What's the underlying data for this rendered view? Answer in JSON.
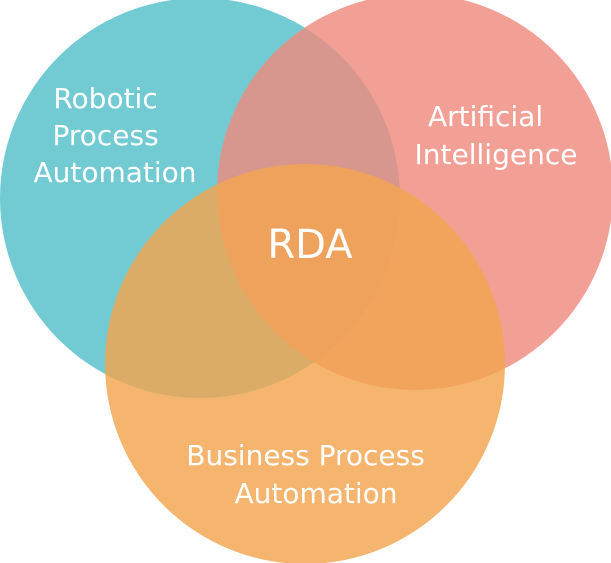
{
  "diagram": {
    "type": "venn",
    "sets": [
      {
        "id": "rpa",
        "label_lines": [
          "Robotic",
          "Process",
          "Automation"
        ],
        "color": "#5ec4cd"
      },
      {
        "id": "ai",
        "label_lines": [
          "Artificial",
          "Intelligence"
        ],
        "color": "#ef8b7f"
      },
      {
        "id": "bpa",
        "label_lines": [
          "Business Process",
          "Automation"
        ],
        "color": "#f3a54f"
      }
    ],
    "center_label": "RDA"
  }
}
